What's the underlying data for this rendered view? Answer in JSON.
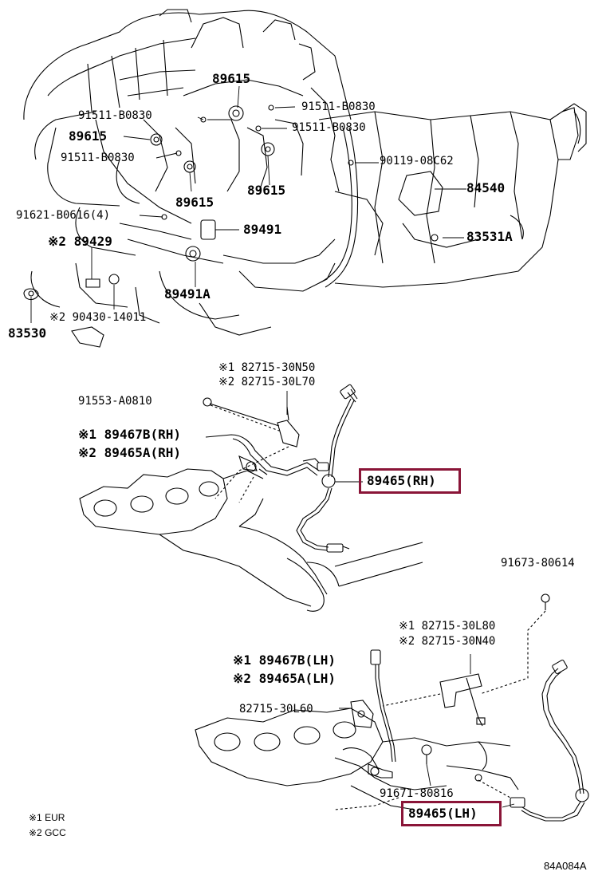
{
  "diagram_id": "84A084A",
  "highlight_color": "#8a1538",
  "notes": [
    {
      "mark": "※1",
      "text": "EUR"
    },
    {
      "mark": "※2",
      "text": "GCC"
    }
  ],
  "labels": {
    "p89615_top": "89615",
    "p91511_a": "91511-B0830",
    "p91511_b": "91511-B0830",
    "p91511_c": "91511-B0830",
    "p91511_d": "91511-B0830",
    "p89615_l": "89615",
    "p89615_m1": "89615",
    "p89615_m2": "89615",
    "p90119": "90119-08C62",
    "p84540": "84540",
    "p91621": "91621-B0616(4)",
    "p89429": "※2 89429",
    "p89491": "89491",
    "p83531A": "83531A",
    "p89491A": "89491A",
    "p90430": "※2 90430-14011",
    "p83530": "83530",
    "p82715_n50": "※1 82715-30N50",
    "p82715_l70": "※2 82715-30L70",
    "p91553": "91553-A0810",
    "p89467B_rh": "※1 89467B(RH)",
    "p89465A_rh": "※2 89465A(RH)",
    "p89465_rh": "89465(RH)",
    "p91673": "91673-80614",
    "p82715_l80": "※1 82715-30L80",
    "p82715_n40": "※2 82715-30N40",
    "p89467B_lh": "※1 89467B(LH)",
    "p89465A_lh": "※2 89465A(LH)",
    "p82715_l60": "82715-30L60",
    "p91671": "91671-80816",
    "p89465_lh": "89465(LH)"
  }
}
